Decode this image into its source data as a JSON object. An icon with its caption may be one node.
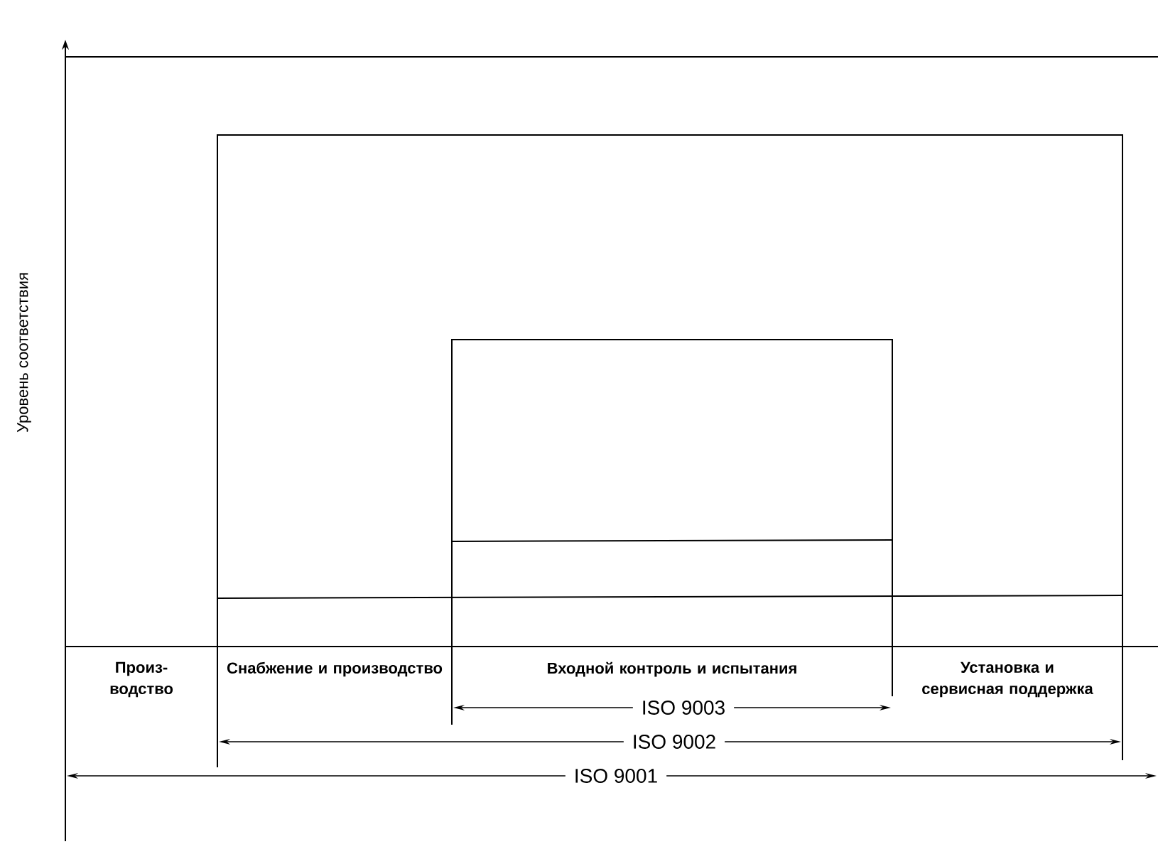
{
  "diagram": {
    "labels": [
      "Уровень соответствия",
      "Произ-водство",
      "Снабжение и производство",
      "Входной контроль и испытания",
      "Установка и сервисная поддержка",
      "ISO 9003",
      "ISO 9002",
      "ISO 9001"
    ]
  }
}
